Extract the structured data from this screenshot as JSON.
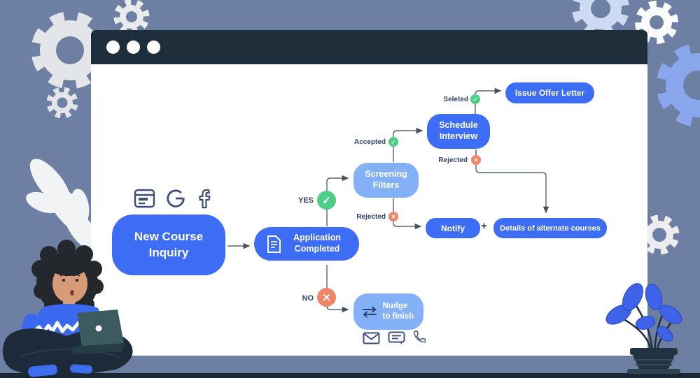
{
  "window": {
    "dots_count": 3
  },
  "flow": {
    "new_course_inquiry": "New Course Inquiry",
    "application_completed": "Application Completed",
    "screening_filters": "Screening Filters",
    "schedule_interview": "Schedule Interview",
    "issue_offer_letter": "Issue Offer Letter",
    "notify": "Notify",
    "plus": "+",
    "details_alternate_courses": "Details of alternate courses",
    "nudge_to_finish": "Nudge to finish",
    "labels": {
      "yes": "YES",
      "no": "NO",
      "accepted": "Accepted",
      "rejected_screening": "Rejected",
      "seleted": "Seleted",
      "rejected_interview": "Rejected"
    },
    "badges": {
      "check": "✓",
      "cross": "✕"
    }
  },
  "icons": {
    "sources": [
      "webpage-icon",
      "google-icon",
      "facebook-icon"
    ],
    "application": "document-icon",
    "nudge": "swap-arrows-icon",
    "channels": [
      "email-icon",
      "chat-icon",
      "phone-icon"
    ]
  },
  "colors": {
    "primary_blue": "#3d6cf5",
    "light_blue": "#83b0f6",
    "green": "#4ccf85",
    "orange": "#ef8468",
    "background": "#6d80a3",
    "window_header": "#1e2d3a",
    "connector": "#59636f",
    "label_text": "#32436a"
  }
}
